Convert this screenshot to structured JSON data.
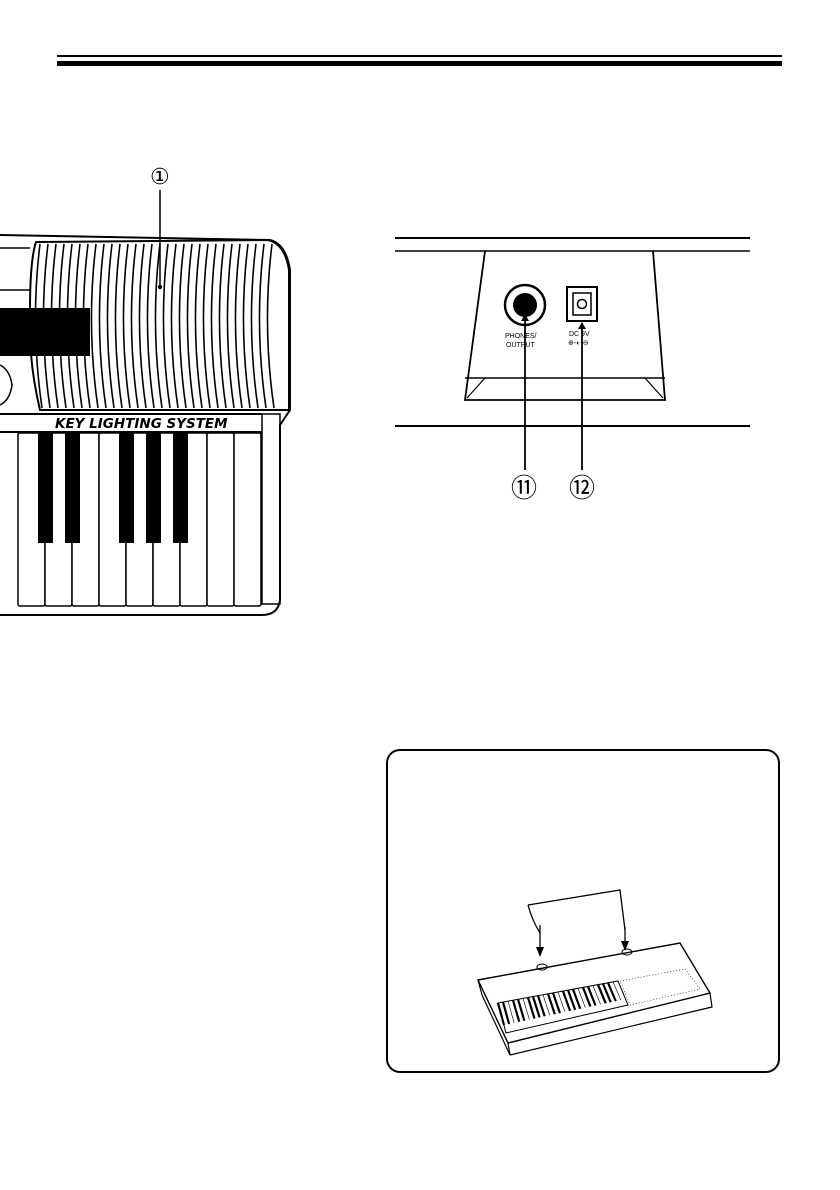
{
  "callouts": {
    "n1": "①",
    "n18": "⑪",
    "n19": "⑫"
  },
  "keyboard": {
    "label": "KEY LIGHTING SYSTEM"
  },
  "jacks": {
    "phones_line1": "PHONES/",
    "phones_line2": "OUTPUT",
    "dc_line1": "DC 9V",
    "dc_line2": "⊕-◐-⊖"
  }
}
